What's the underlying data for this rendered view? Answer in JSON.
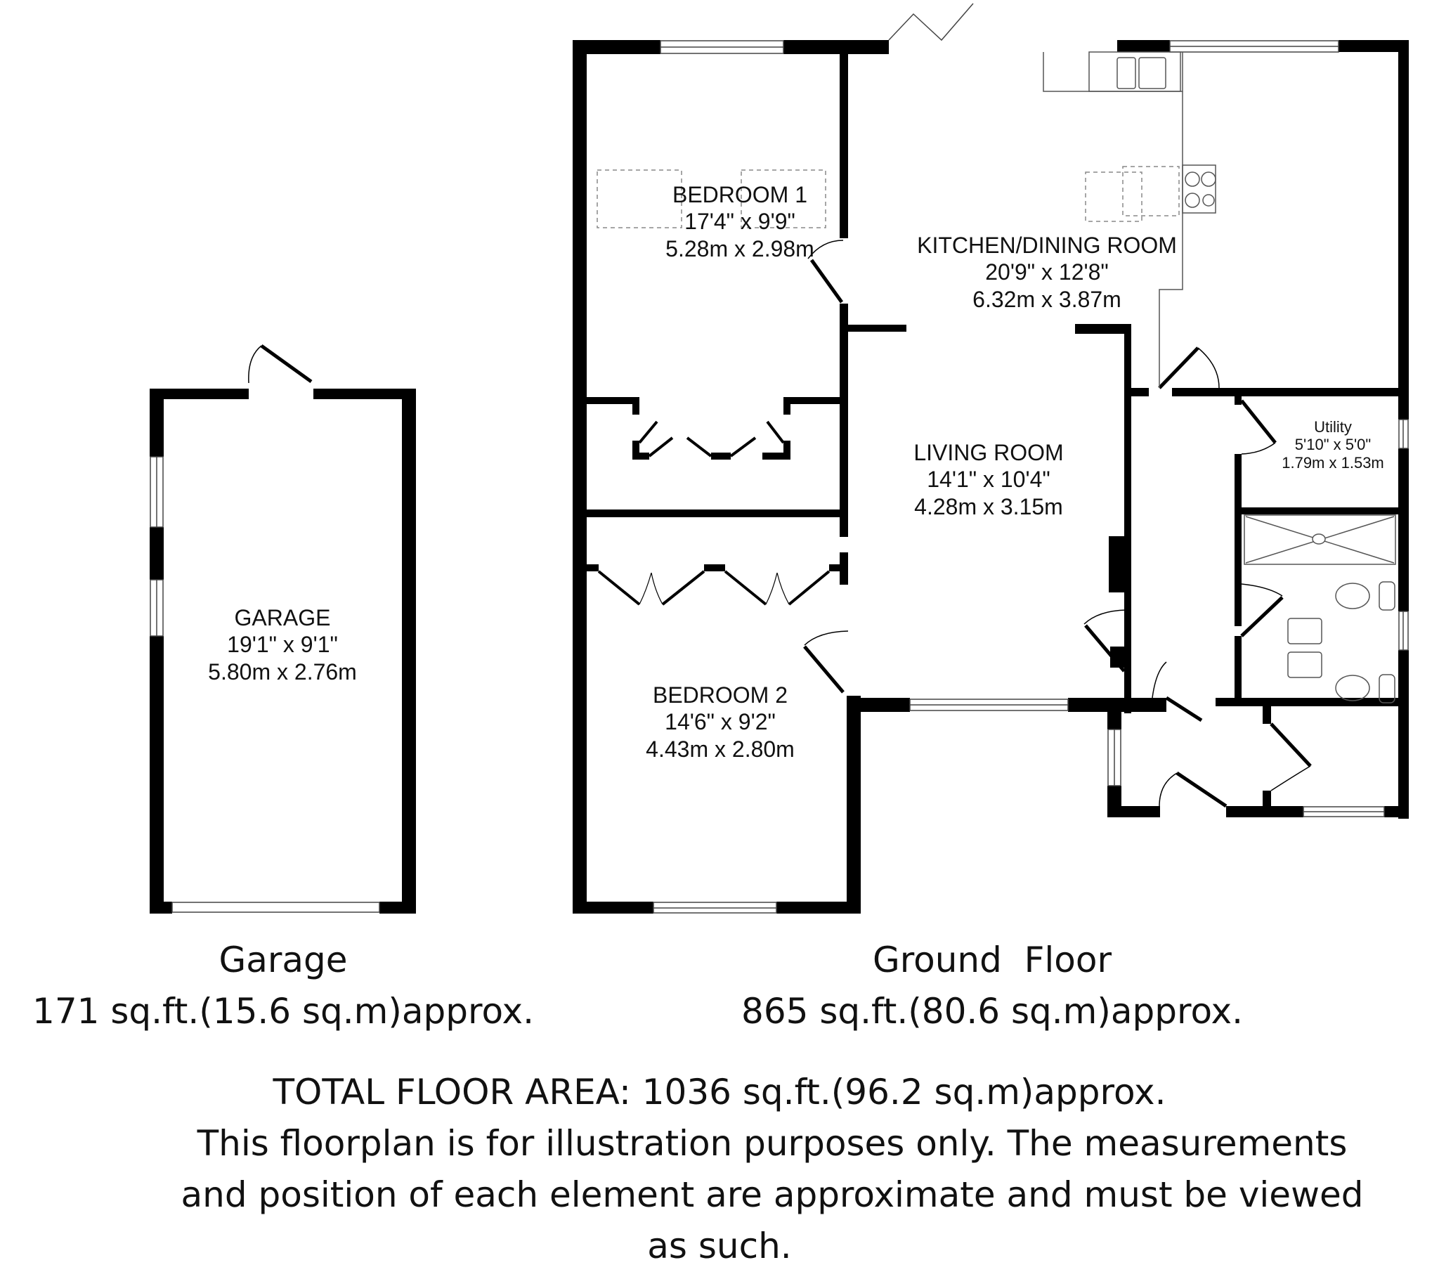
{
  "plans": {
    "garage": {
      "title": "Garage",
      "area": "171 sq.ft.(15.6 sq.m)approx.",
      "rooms": [
        {
          "name": "GARAGE",
          "imperial": "19'1\" x 9'1\"",
          "metric": "5.80m x 2.76m"
        }
      ]
    },
    "ground_floor": {
      "title": "Ground  Floor",
      "area": "865 sq.ft.(80.6 sq.m)approx.",
      "rooms": [
        {
          "name": "BEDROOM 1",
          "imperial": "17'4\" x 9'9\"",
          "metric": "5.28m x 2.98m"
        },
        {
          "name": "KITCHEN/DINING ROOM",
          "imperial": "20'9\" x 12'8\"",
          "metric": "6.32m x 3.87m"
        },
        {
          "name": "LIVING ROOM",
          "imperial": "14'1\" x 10'4\"",
          "metric": "4.28m x 3.15m"
        },
        {
          "name": "Utility",
          "imperial": "5'10\" x 5'0\"",
          "metric": "1.79m x 1.53m"
        },
        {
          "name": "BEDROOM 2",
          "imperial": "14'6\" x 9'2\"",
          "metric": "4.43m x 2.80m"
        }
      ]
    }
  },
  "footer": {
    "total": "TOTAL FLOOR AREA: 1036 sq.ft.(96.2 sq.m)approx.",
    "disclaimer_1": "This floorplan is for illustration purposes only. The measurements",
    "disclaimer_2": "and position of each element are approximate and must be viewed",
    "disclaimer_3": "as such."
  },
  "colors": {
    "wall": "#000000",
    "fixture": "#555555",
    "background": "#ffffff"
  }
}
